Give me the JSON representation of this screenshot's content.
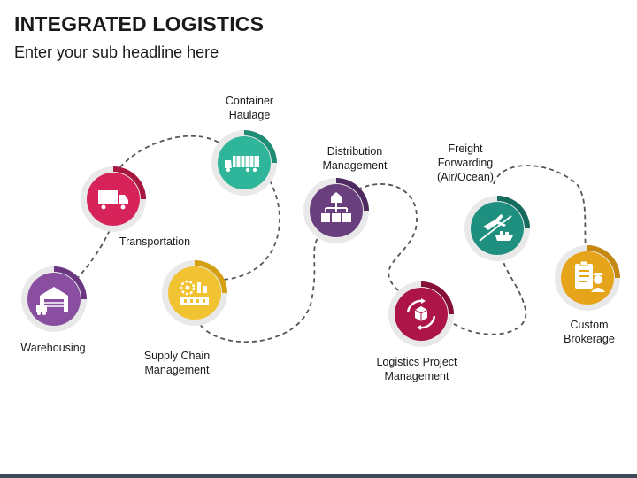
{
  "title": "INTEGRATED LOGISTICS",
  "subtitle": "Enter your sub headline here",
  "nodes": [
    {
      "id": "warehousing",
      "label_lines": [
        "Warehousing"
      ],
      "color": "#8a4ea0",
      "accent": "#6a3581",
      "icon": "warehouse-icon"
    },
    {
      "id": "transportation",
      "label_lines": [
        "Transportation"
      ],
      "color": "#d6235a",
      "accent": "#a8173f",
      "icon": "truck-icon"
    },
    {
      "id": "container-haulage",
      "label_lines": [
        "Container",
        "Haulage"
      ],
      "color": "#2fb59a",
      "accent": "#1f8d74",
      "icon": "container-truck-icon"
    },
    {
      "id": "supply-chain-management",
      "label_lines": [
        "Supply Chain",
        "Management"
      ],
      "color": "#f1c232",
      "accent": "#d4a012",
      "icon": "factory-gear-icon"
    },
    {
      "id": "distribution-management",
      "label_lines": [
        "Distribution",
        "Management"
      ],
      "color": "#6a3f7e",
      "accent": "#4e2a60",
      "icon": "distribution-boxes-icon"
    },
    {
      "id": "logistics-project-management",
      "label_lines": [
        "Logistics Project",
        "Management"
      ],
      "color": "#ad1548",
      "accent": "#860f36",
      "icon": "box-cycle-icon"
    },
    {
      "id": "freight-forwarding",
      "label_lines": [
        "Freight",
        "Forwarding",
        "(Air/Ocean)"
      ],
      "color": "#1f9080",
      "accent": "#156a5e",
      "icon": "plane-ship-icon"
    },
    {
      "id": "custom-brokerage",
      "label_lines": [
        "Custom",
        "Brokerage"
      ],
      "color": "#e6a41a",
      "accent": "#c48712",
      "icon": "clipboard-officer-icon"
    }
  ]
}
